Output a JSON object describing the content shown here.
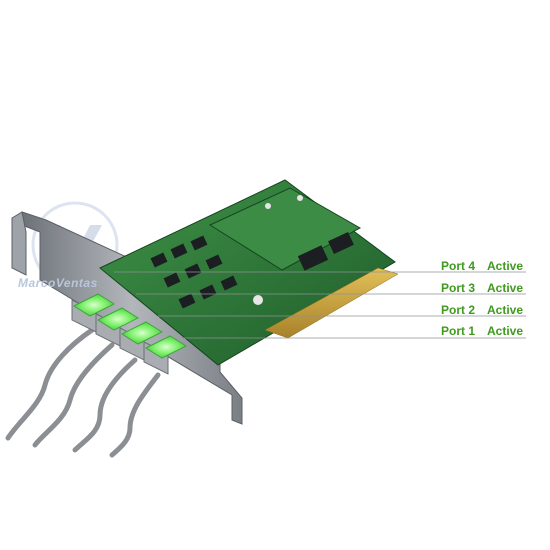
{
  "ports": [
    {
      "name": "Port 4",
      "status": "Active"
    },
    {
      "name": "Port 3",
      "status": "Active"
    },
    {
      "name": "Port 2",
      "status": "Active"
    },
    {
      "name": "Port 1",
      "status": "Active"
    }
  ],
  "watermark": {
    "text": "MarcoVentas"
  },
  "colors": {
    "label_green": "#3f9a1e",
    "pcb_green": "#2f7d3a",
    "led_green": "#7cf06a",
    "bracket_grey": "#8e9399",
    "gold": "#c9a23a",
    "cable_grey": "#8b8f94"
  }
}
